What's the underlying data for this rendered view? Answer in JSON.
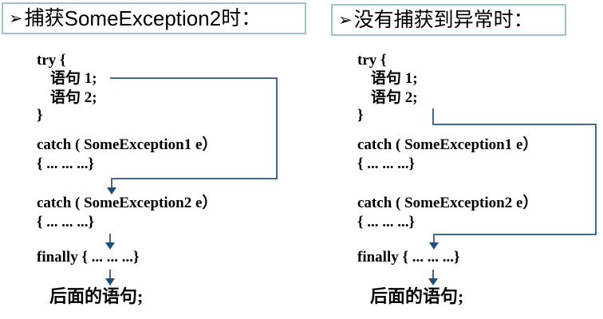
{
  "colors": {
    "flow_line": "#44688f",
    "arrow_head": "#1f4e79",
    "header_border": "#9cc3c6",
    "text": "#000000",
    "background": "#ffffff"
  },
  "panels": [
    {
      "title": {
        "bullet": "➢",
        "pre": "捕获",
        "highlight": "SomeException2",
        "post": "时："
      },
      "code": {
        "try_open": "try {",
        "stmt1": "语句 1;",
        "stmt2": "语句 2;",
        "try_close": "}",
        "catch1": "catch ( SomeException1 e）",
        "catch1_body": "{ ... ... ...}",
        "catch2": "catch ( SomeException2 e）",
        "catch2_body": "{ ... ... ...}",
        "finally_line": "finally { ... ... ...}",
        "after_stmt": "后面的语句;"
      }
    },
    {
      "title": {
        "bullet": "➢",
        "text": "没有捕获到异常时："
      },
      "code": {
        "try_open": "try {",
        "stmt1": "语句 1;",
        "stmt2": "语句 2;",
        "try_close": "}",
        "catch1": "catch ( SomeException1 e）",
        "catch1_body": "{ ... ... ...}",
        "catch2": "catch ( SomeException2 e）",
        "catch2_body": "{ ... ... ...}",
        "finally_line": "finally { ... ... ...}",
        "after_stmt": "后面的语句;"
      }
    }
  ]
}
